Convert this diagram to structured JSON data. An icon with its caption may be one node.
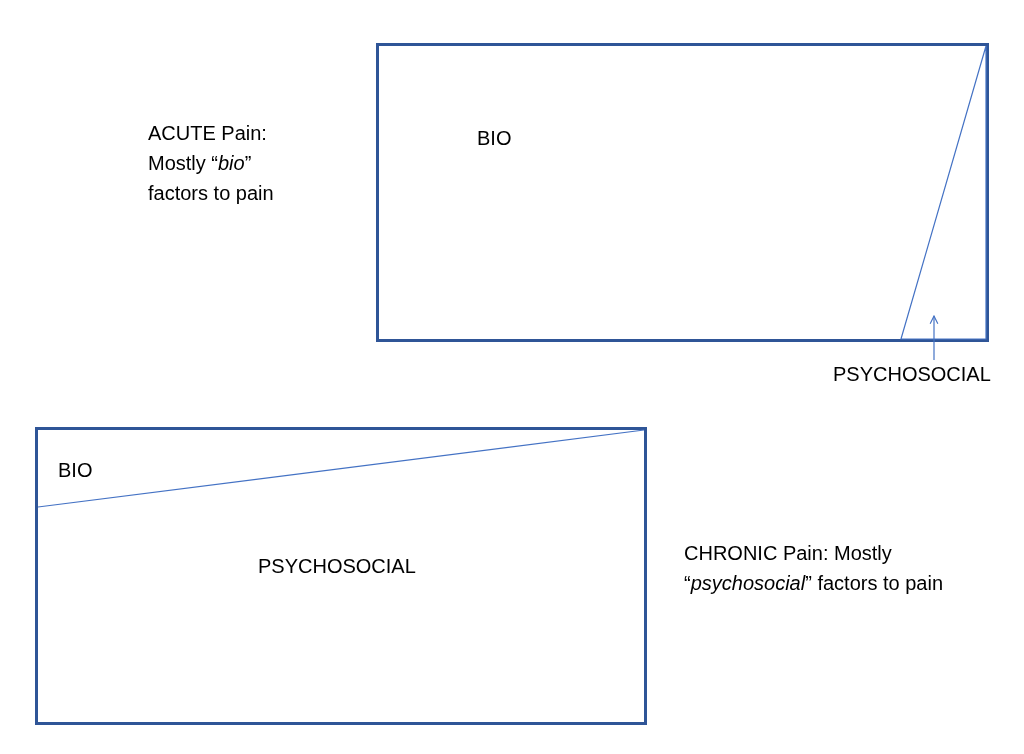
{
  "diagram": {
    "nodes": [
      {
        "text": [
          "BIO"
        ]
      },
      {
        "text": [],
        "shape": "triangle",
        "in": 0
      },
      {
        "text": [
          "PSYCHOSOCIAL"
        ]
      },
      {
        "text": [
          "BIO",
          "PSYCHOSOCIAL"
        ]
      }
    ],
    "edges": [
      {
        "from": 2,
        "to": 1,
        "arrow": "to"
      }
    ],
    "labels": [
      "ACUTE Pain: Mostly “*bio*” factors to pain",
      "CHRONIC Pain: Mostly “*psychosocial*” factors to pain"
    ]
  }
}
